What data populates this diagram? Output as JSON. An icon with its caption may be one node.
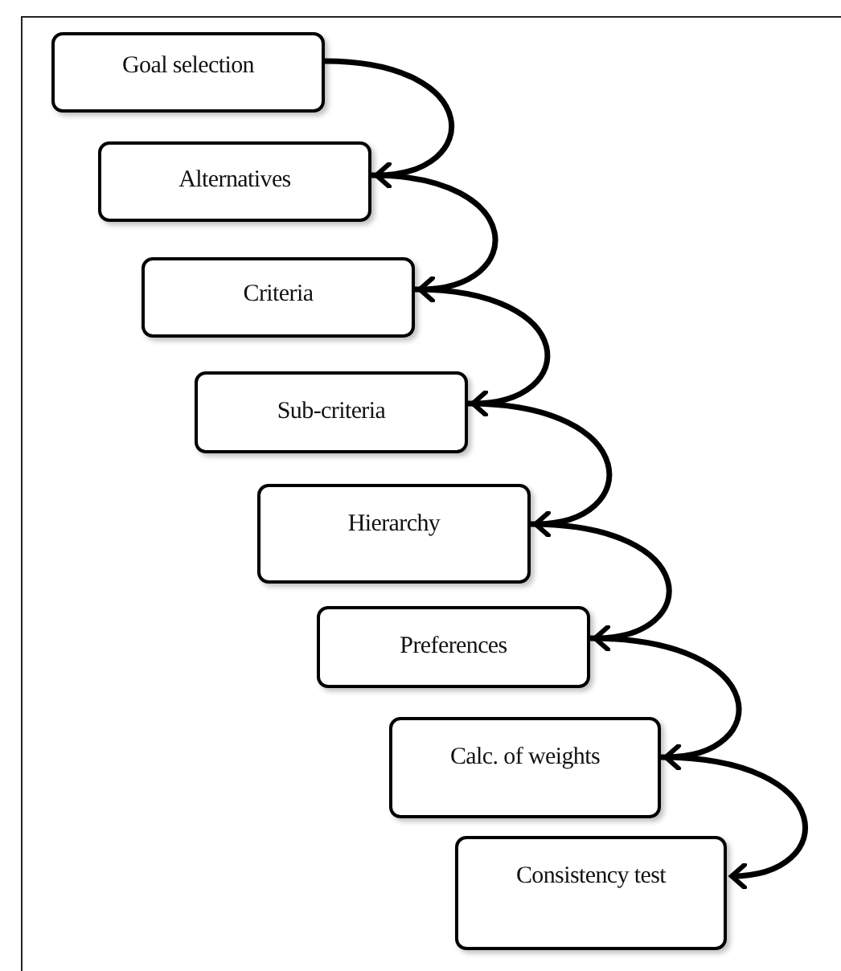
{
  "diagram": {
    "nodes": [
      {
        "text": [
          "Goal selection"
        ]
      },
      {
        "text": [
          "Alternatives"
        ]
      },
      {
        "text": [
          "Criteria"
        ]
      },
      {
        "text": [
          "Sub-criteria"
        ]
      },
      {
        "text": [
          "Hierarchy"
        ]
      },
      {
        "text": [
          "Preferences"
        ]
      },
      {
        "text": [
          "Calc. of weights"
        ]
      },
      {
        "text": [
          "Consistency test"
        ]
      }
    ],
    "edges": [
      {
        "from": 0,
        "to": 1,
        "arrow": "to"
      },
      {
        "from": 1,
        "to": 2,
        "arrow": "to"
      },
      {
        "from": 2,
        "to": 3,
        "arrow": "to"
      },
      {
        "from": 3,
        "to": 4,
        "arrow": "to"
      },
      {
        "from": 4,
        "to": 5,
        "arrow": "to"
      },
      {
        "from": 5,
        "to": 6,
        "arrow": "to"
      },
      {
        "from": 6,
        "to": 7,
        "arrow": "to"
      }
    ]
  }
}
